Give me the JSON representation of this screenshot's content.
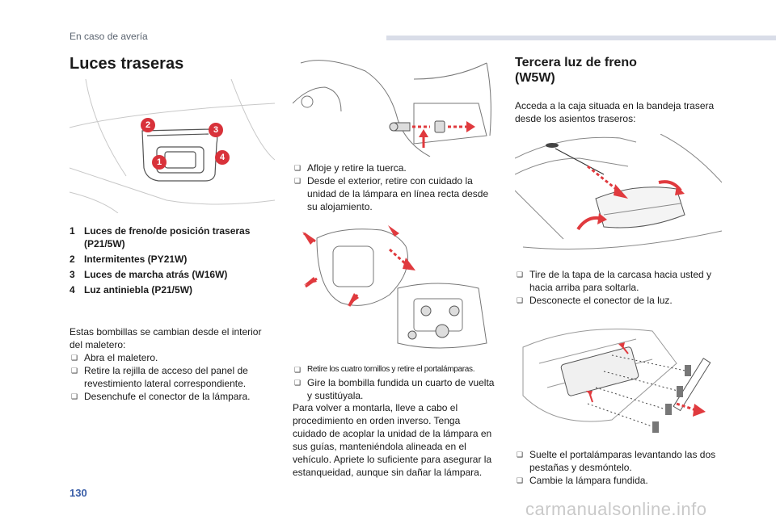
{
  "header": {
    "section": "En caso de avería"
  },
  "page_number": "130",
  "watermark": "carmanualsonline.info",
  "left": {
    "title": "Luces traseras",
    "legend": [
      {
        "num": "1",
        "label": "Luces de freno/de posición traseras",
        "label2": "(P21/5W)"
      },
      {
        "num": "2",
        "label": "Intermitentes (PY21W)"
      },
      {
        "num": "3",
        "label": "Luces de marcha atrás (W16W)"
      },
      {
        "num": "4",
        "label": "Luz antiniebla (P21/5W)"
      }
    ],
    "intro": "Estas bombillas se cambian desde el interior del maletero:",
    "steps": [
      "Abra el maletero.",
      "Retire la rejilla de acceso del panel de revestimiento lateral correspondiente.",
      "Desenchufe el conector de la lámpara."
    ],
    "callouts": [
      "1",
      "2",
      "3",
      "4"
    ]
  },
  "middle": {
    "steps_a": [
      "Afloje y retire la tuerca.",
      "Desde el exterior, retire con cuidado la unidad de la lámpara en línea recta desde su alojamiento."
    ],
    "caption": "Retire los cuatro tornillos y retire el portalámparas.",
    "steps_b": [
      "Gire la bombilla fundida un cuarto de vuelta y sustitúyala."
    ],
    "paragraph": "Para volver a montarla, lleve a cabo el procedimiento en orden inverso. Tenga cuidado de acoplar la unidad de la lámpara en sus guías, manteniéndola alineada en el vehículo. Apriete lo suficiente para asegurar la estanqueidad, aunque sin dañar la lámpara."
  },
  "right": {
    "title_line1": "Tercera luz de freno",
    "title_line2": "(W5W)",
    "intro": "Acceda a la caja situada en la bandeja trasera desde los asientos traseros:",
    "steps_a": [
      "Tire de la tapa de la carcasa hacia usted y hacia arriba para soltarla.",
      "Desconecte el conector de la luz."
    ],
    "steps_b": [
      "Suelte el portalámparas levantando las dos pestañas y desmóntelo.",
      "Cambie la lámpara fundida."
    ]
  },
  "colors": {
    "accent_red": "#e03a3e",
    "callout_red": "#d8323a",
    "header_bar": "#d9dde8",
    "page_num_blue": "#3a5ea8"
  }
}
